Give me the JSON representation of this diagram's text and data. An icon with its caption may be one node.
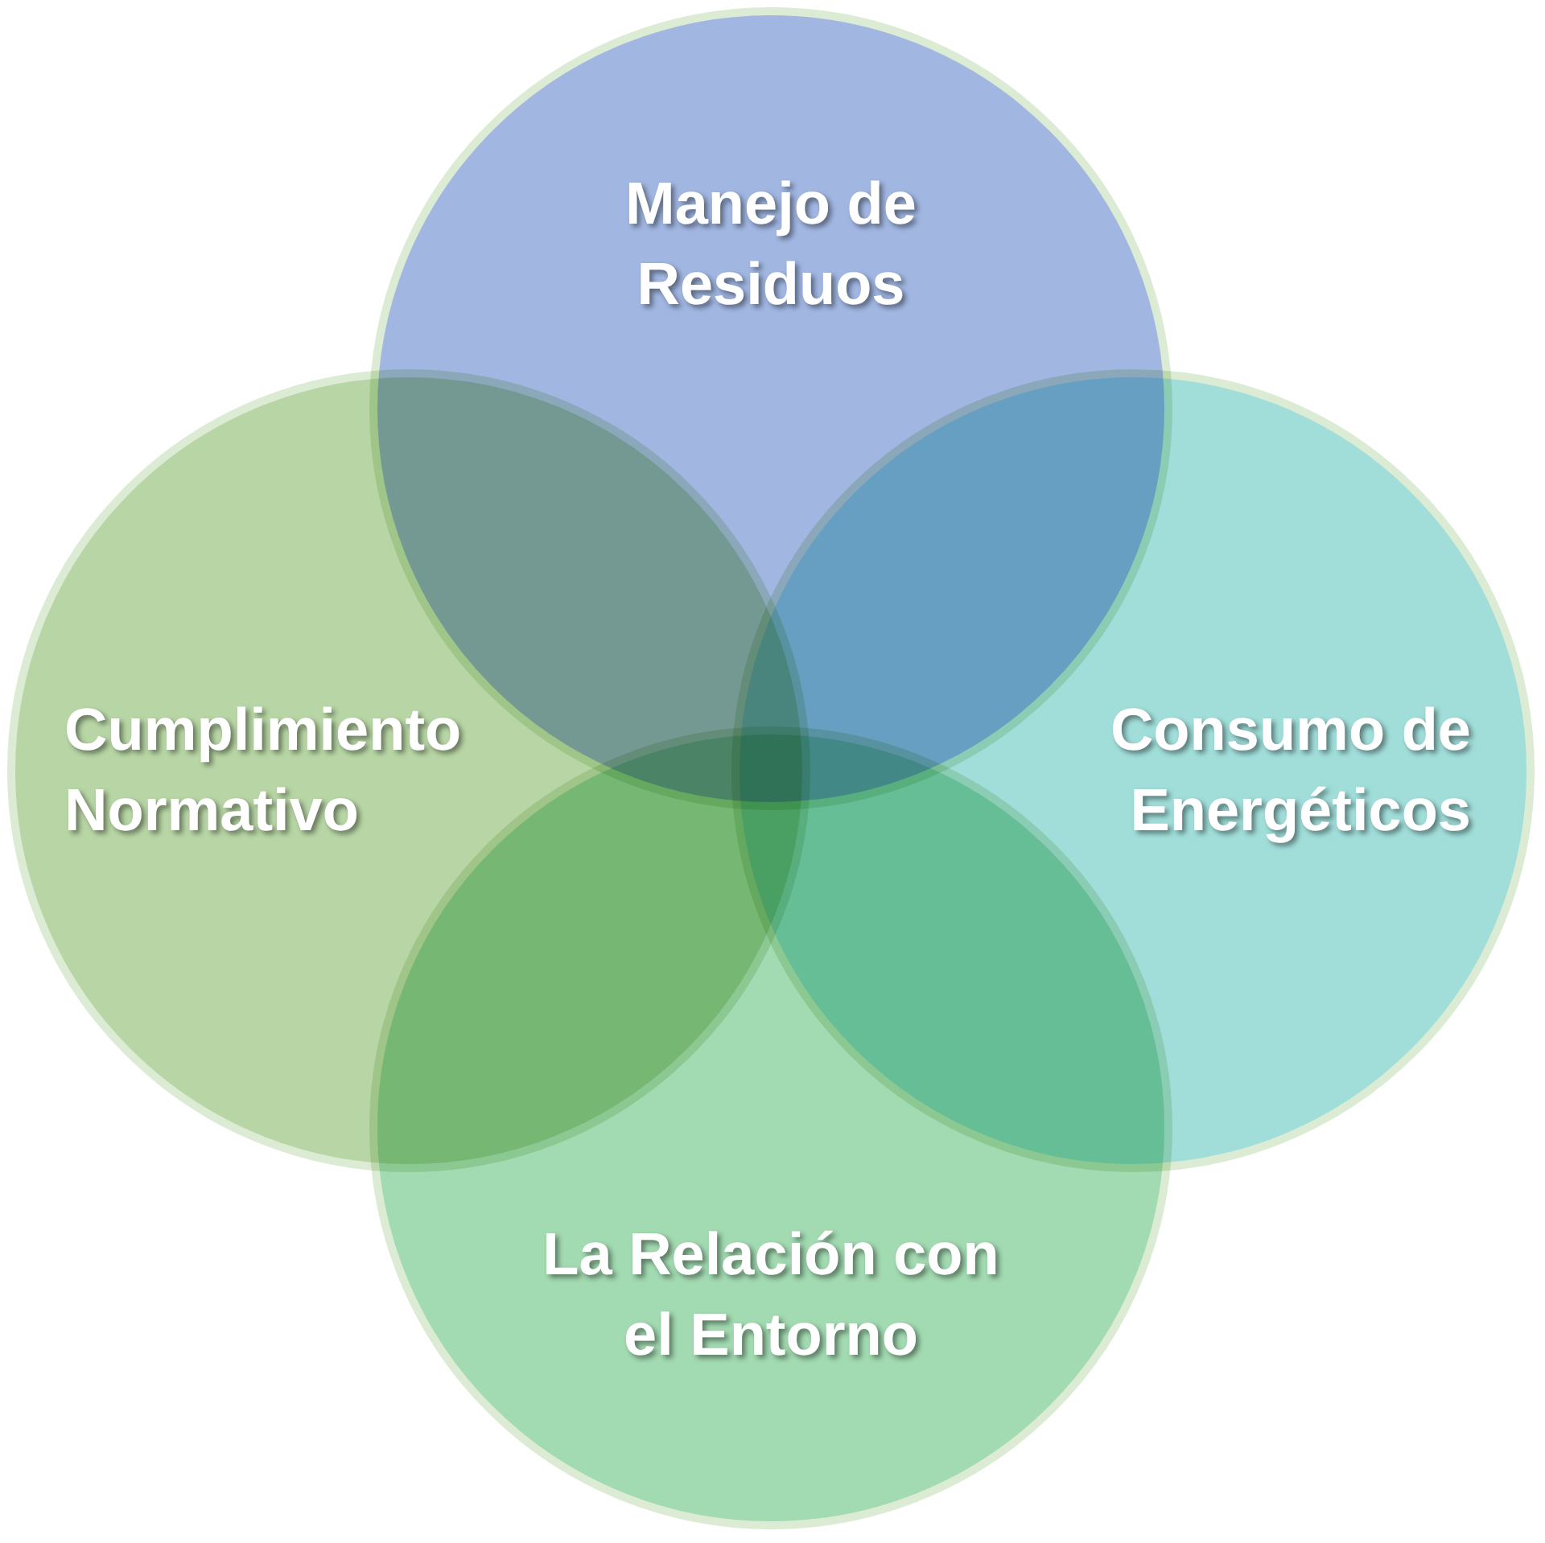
{
  "diagram": {
    "nodes": [
      {
        "text": [
          "Manejo de Residuos"
        ]
      },
      {
        "text": [
          "Cumplimiento Normativo"
        ]
      },
      {
        "text": [
          "Consumo de Energéticos"
        ]
      },
      {
        "text": [
          "La Relación con el Entorno"
        ]
      }
    ]
  }
}
